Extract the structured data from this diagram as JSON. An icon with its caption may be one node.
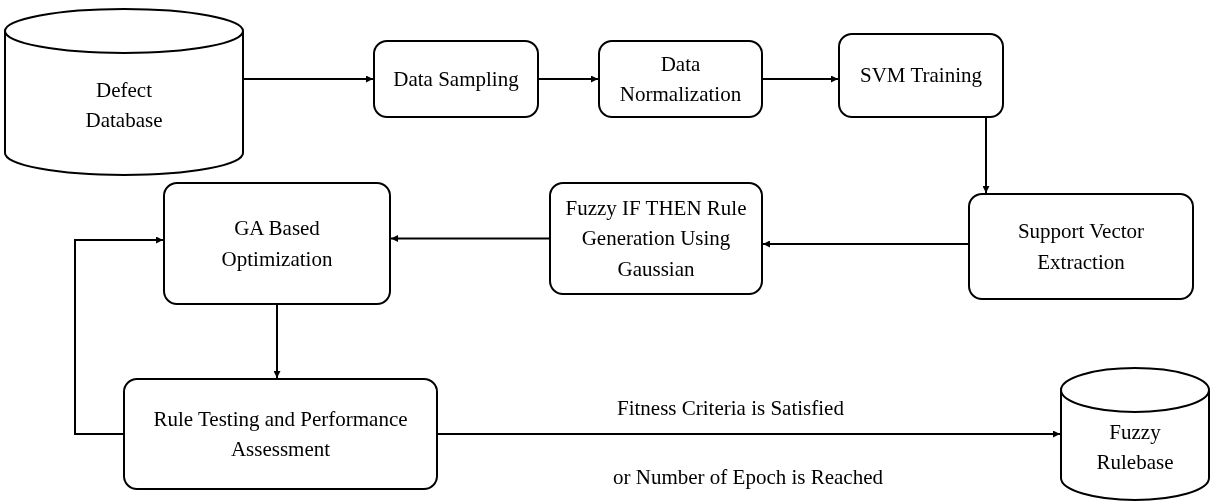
{
  "diagram": {
    "nodes": [
      {
        "text": [
          "Defect Database"
        ]
      },
      {
        "text": [
          "Data Sampling"
        ]
      },
      {
        "text": [
          "Data Normalization"
        ]
      },
      {
        "text": [
          "SVM Training"
        ]
      },
      {
        "text": [
          "Support Vector Extraction"
        ]
      },
      {
        "text": [
          "Fuzzy IF THEN Rule Generation Using Gaussian"
        ]
      },
      {
        "text": [
          "GA Based Optimization"
        ]
      },
      {
        "text": [
          "Rule Testing and Performance Assessment"
        ]
      },
      {
        "text": [
          "Fuzzy Rulebase"
        ]
      }
    ],
    "edges": [
      {
        "from": 0,
        "to": 1,
        "arrow": "to"
      },
      {
        "from": 1,
        "to": 2,
        "arrow": "to"
      },
      {
        "from": 2,
        "to": 3,
        "arrow": "to"
      },
      {
        "from": 3,
        "to": 4,
        "arrow": "to"
      },
      {
        "from": 4,
        "to": 5,
        "arrow": "to"
      },
      {
        "from": 5,
        "to": 6,
        "arrow": "to"
      },
      {
        "from": 6,
        "to": 7,
        "arrow": "to"
      },
      {
        "from": 7,
        "to": 6,
        "arrow": "to"
      },
      {
        "from": 7,
        "to": 8,
        "arrow": "to",
        "label": "Fitness Criteria is Satisfied"
      }
    ],
    "labels": [
      "or Number of Epoch is Reached"
    ]
  }
}
